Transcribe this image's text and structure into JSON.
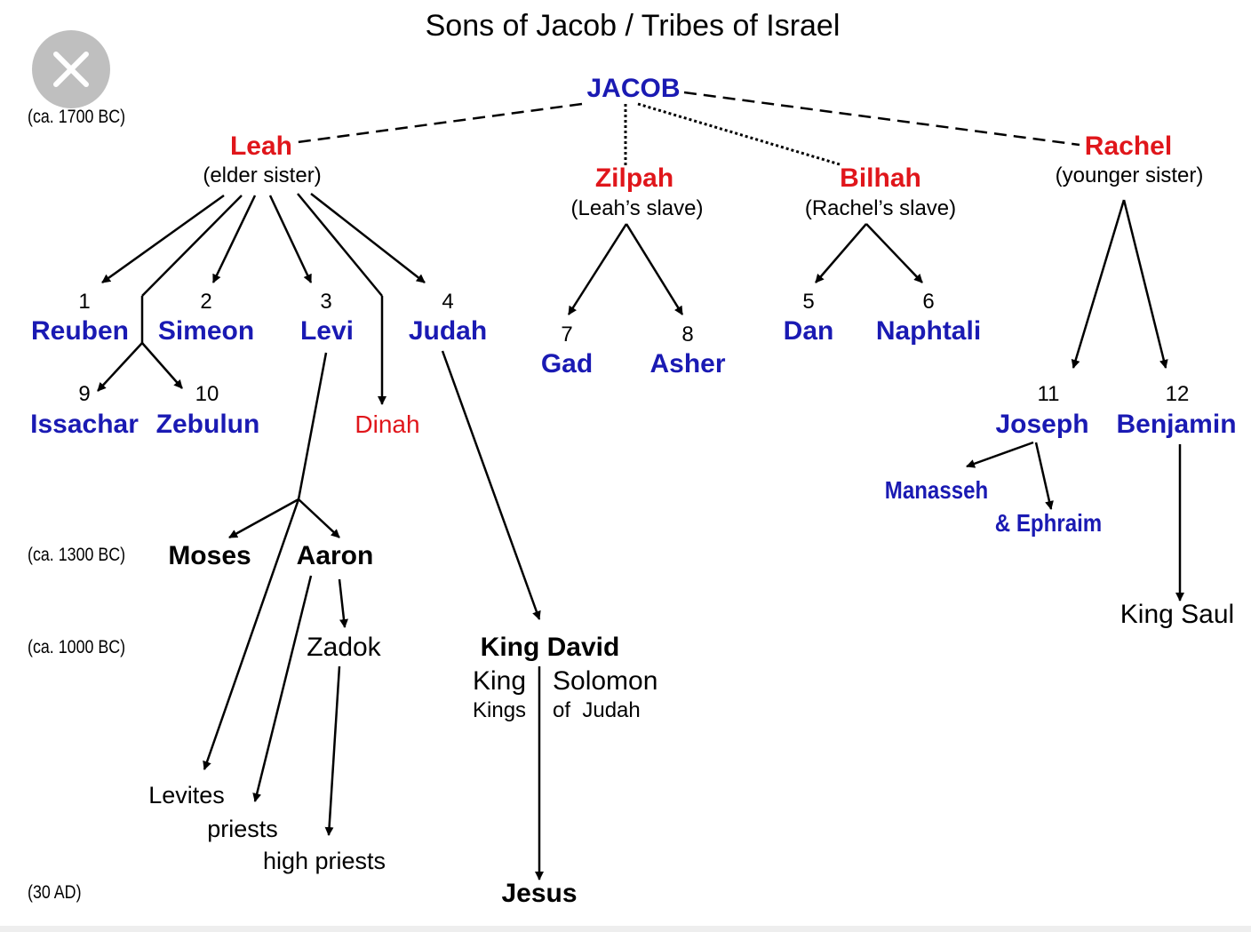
{
  "title": "Sons of Jacob / Tribes of Israel",
  "close_icon": "close-icon",
  "eras": {
    "e1700": "(ca. 1700 BC)",
    "e1300": "(ca. 1300 BC)",
    "e1000": "(ca. 1000 BC)",
    "e30": "(30 AD)"
  },
  "jacob": "JACOB",
  "mothers": {
    "leah": "Leah",
    "leah_note": "(elder sister)",
    "zilpah": "Zilpah",
    "zilpah_note": "(Leah’s slave)",
    "bilhah": "Bilhah",
    "bilhah_note": "(Rachel’s slave)",
    "rachel": "Rachel",
    "rachel_note": "(younger sister)"
  },
  "sons": [
    {
      "num": "1",
      "name": "Reuben"
    },
    {
      "num": "2",
      "name": "Simeon"
    },
    {
      "num": "3",
      "name": "Levi"
    },
    {
      "num": "4",
      "name": "Judah"
    },
    {
      "num": "5",
      "name": "Dan"
    },
    {
      "num": "6",
      "name": "Naphtali"
    },
    {
      "num": "7",
      "name": "Gad"
    },
    {
      "num": "8",
      "name": "Asher"
    },
    {
      "num": "9",
      "name": "Issachar"
    },
    {
      "num": "10",
      "name": "Zebulun"
    },
    {
      "num": "11",
      "name": "Joseph"
    },
    {
      "num": "12",
      "name": "Benjamin"
    }
  ],
  "dinah": "Dinah",
  "manasseh": "Manasseh",
  "ephraim": "& Ephraim",
  "moses": "Moses",
  "aaron": "Aaron",
  "zadok": "Zadok",
  "levites": "Levites",
  "priests": "priests",
  "high_priests": "high priests",
  "king_david": "King David",
  "king": "King",
  "solomon": "Solomon",
  "kings": "Kings",
  "of_judah": "of  Judah",
  "jesus": "Jesus",
  "king_saul": "King Saul",
  "colors": {
    "blue": "#1a1ab3",
    "red": "#e0161b",
    "black": "#000000"
  }
}
